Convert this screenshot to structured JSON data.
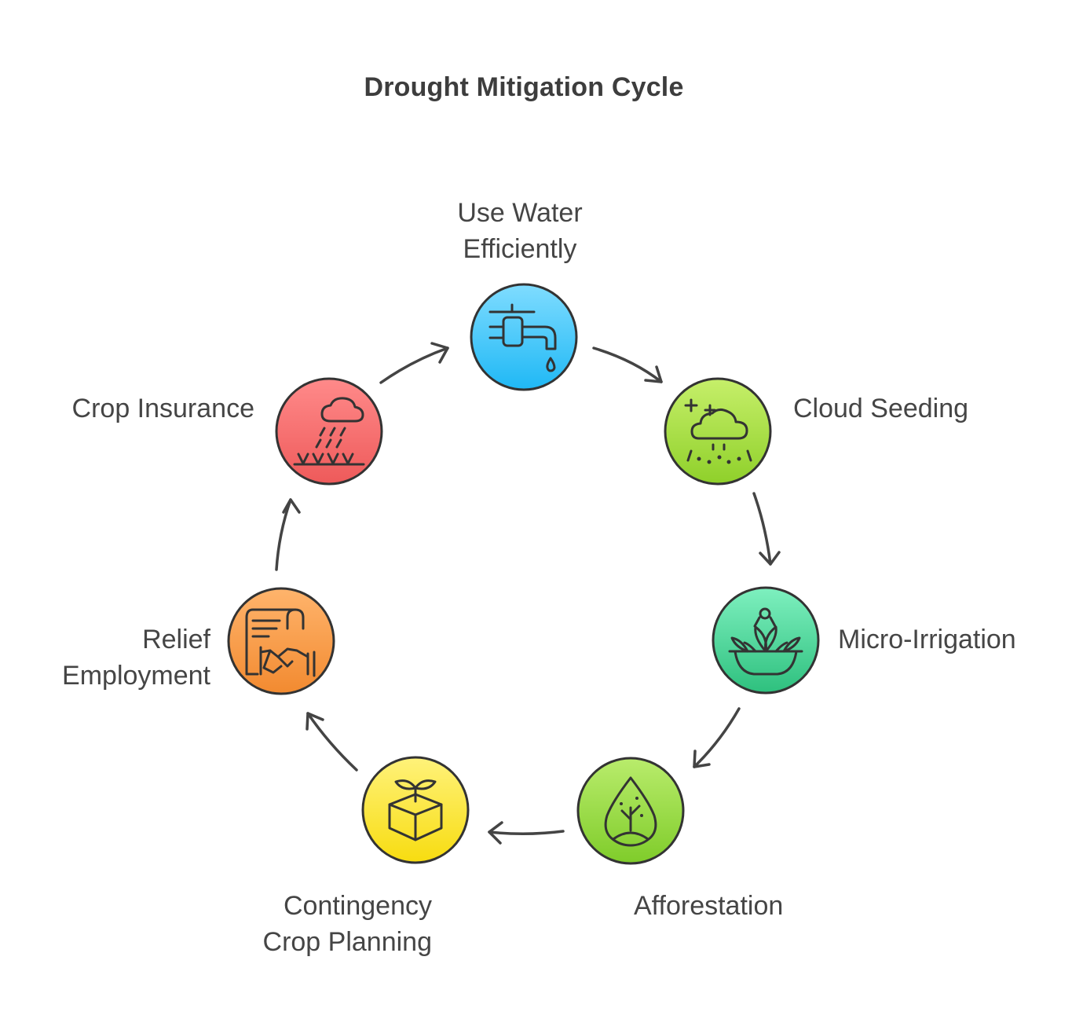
{
  "title": "Drought Mitigation Cycle",
  "nodes": [
    {
      "id": "use-water-efficiently",
      "lines": [
        "Use Water",
        "Efficiently"
      ],
      "icon": "water-tap-icon",
      "color_top": "#7fdcff",
      "color_bottom": "#1fb8f5"
    },
    {
      "id": "cloud-seeding",
      "lines": [
        "Cloud Seeding"
      ],
      "icon": "cloud-seeding-icon",
      "color_top": "#c6ef6a",
      "color_bottom": "#8fd02a"
    },
    {
      "id": "micro-irrigation",
      "lines": [
        "Micro-Irrigation"
      ],
      "icon": "plant-bowl-icon",
      "color_top": "#7ef0bf",
      "color_bottom": "#2ec07e"
    },
    {
      "id": "afforestation",
      "lines": [
        "Afforestation"
      ],
      "icon": "tree-drop-icon",
      "color_top": "#b9ec6c",
      "color_bottom": "#7fcc2a"
    },
    {
      "id": "contingency-crop-planning",
      "lines": [
        "Contingency",
        "Crop Planning"
      ],
      "icon": "seedling-box-icon",
      "color_top": "#fff27a",
      "color_bottom": "#f7dc10"
    },
    {
      "id": "relief-employment",
      "lines": [
        "Relief",
        "Employment"
      ],
      "icon": "contract-handshake-icon",
      "color_top": "#ffb46c",
      "color_bottom": "#f28a30"
    },
    {
      "id": "crop-insurance",
      "lines": [
        "Crop Insurance"
      ],
      "icon": "rain-crops-icon",
      "color_top": "#ff8a8a",
      "color_bottom": "#ee5a5a"
    }
  ]
}
